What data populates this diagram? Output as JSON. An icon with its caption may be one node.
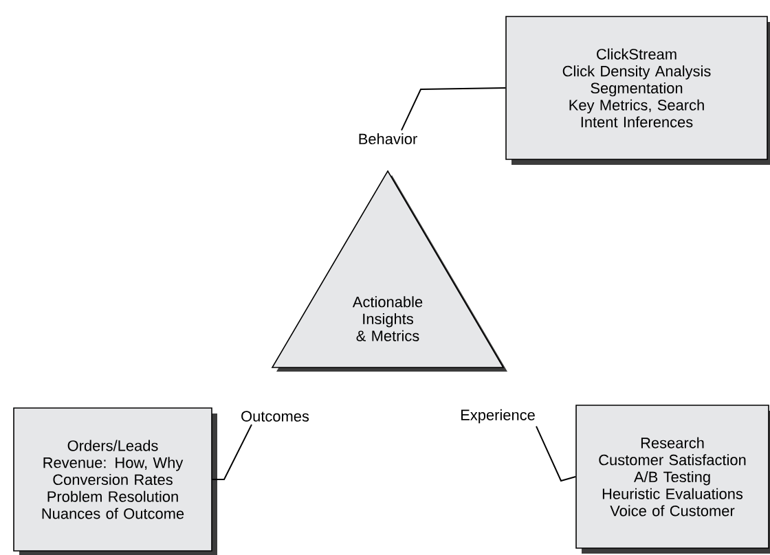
{
  "diagram": {
    "nodes": [
      {
        "text": [
          "Actionable Insights & Metrics"
        ]
      },
      {
        "text": [
          "Behavior"
        ]
      },
      {
        "text": [
          "ClickStream",
          "Click Density Analysis",
          "Segmentation",
          "Key Metrics, Search Intent Inferences"
        ]
      },
      {
        "text": [
          "Outcomes"
        ]
      },
      {
        "text": [
          "Orders/Leads",
          "Revenue: How, Why",
          "Conversion Rates",
          "Problem Resolution",
          "Nuances of Outcome"
        ]
      },
      {
        "text": [
          "Experience"
        ]
      },
      {
        "text": [
          "Research",
          "Customer Satisfaction",
          "A/B Testing",
          "Heuristic Evaluations",
          "Voice of Customer"
        ]
      }
    ],
    "edges": [
      {
        "from": 2,
        "to": 1,
        "arrow": "none"
      },
      {
        "from": 4,
        "to": 3,
        "arrow": "none"
      },
      {
        "from": 6,
        "to": 5,
        "arrow": "none"
      }
    ]
  }
}
